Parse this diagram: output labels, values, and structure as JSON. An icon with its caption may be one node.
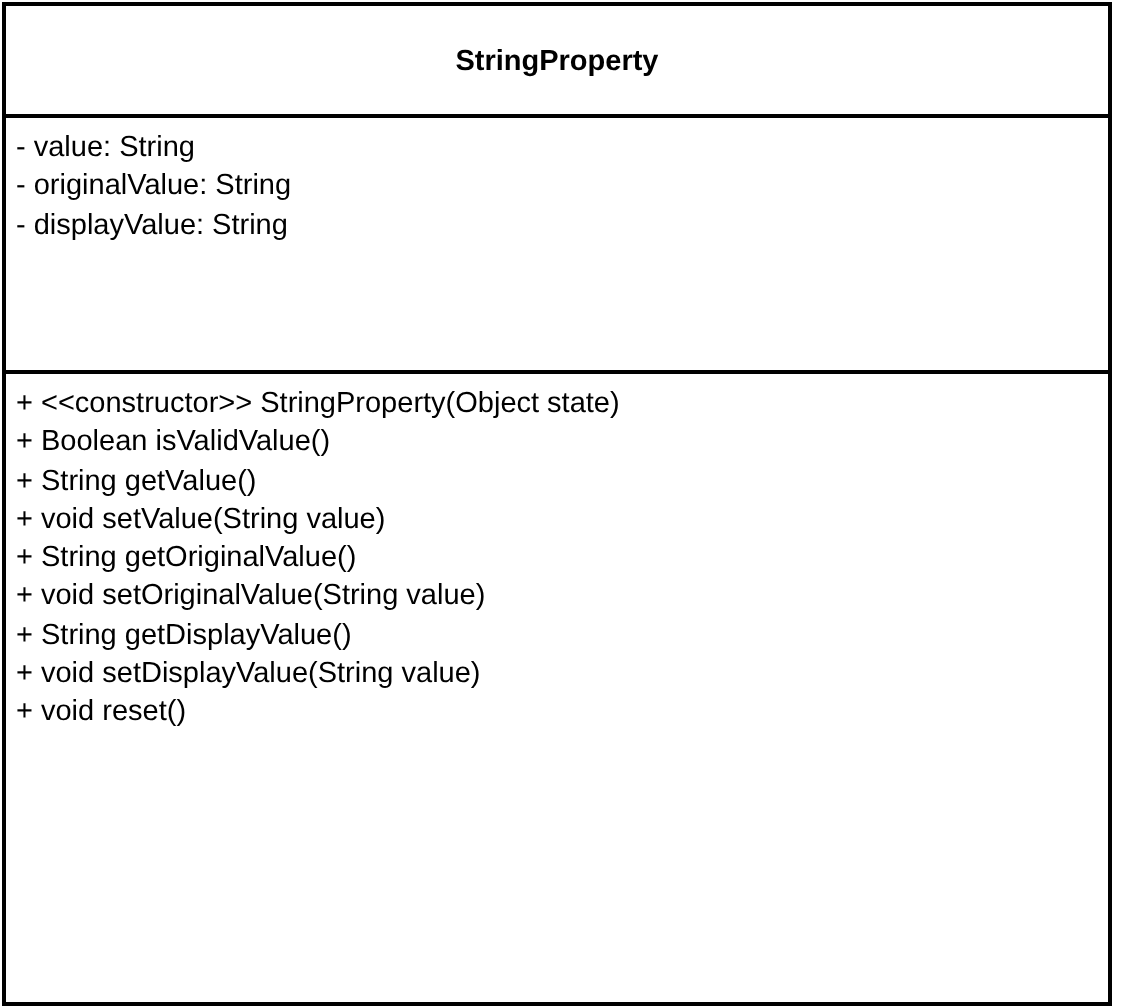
{
  "diagram": {
    "nodes": [
      {
        "text": [
          "StringProperty"
        ]
      },
      {
        "text": [
          "- value: String",
          "- originalValue: String",
          "- displayValue: String"
        ],
        "in": 0
      },
      {
        "text": [
          "+ <<constructor>> StringProperty(Object state)",
          "+ Boolean isValidValue()",
          "+ String getValue()",
          "+ void setValue(String value)",
          "+ String getOriginalValue()",
          "+ void setOriginalValue(String value)",
          "+ String getDisplayValue()",
          "+ void setDisplayValue(String value)",
          "+ void reset()"
        ],
        "in": 0
      }
    ]
  }
}
